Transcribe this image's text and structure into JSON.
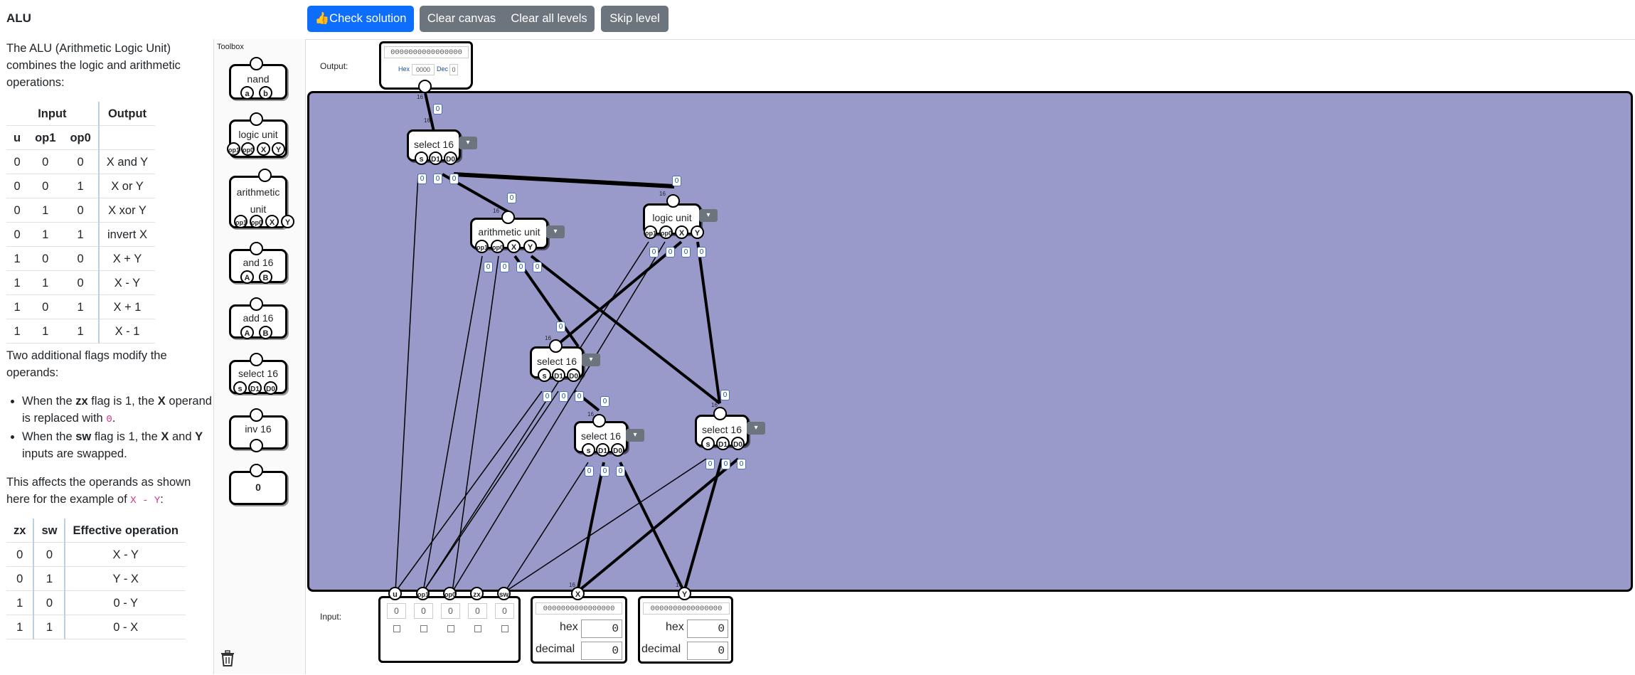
{
  "toolbar": {
    "check": "👍Check solution",
    "clear_canvas": "Clear canvas",
    "clear_all": "Clear all levels",
    "skip": "Skip level"
  },
  "instructions": {
    "title": "ALU",
    "intro": "The ALU (Arithmetic Logic Unit) combines the logic and arithmetic operations:",
    "op_table": {
      "group_input": "Input",
      "group_output": "Output",
      "headers": [
        "u",
        "op1",
        "op0"
      ],
      "rows": [
        [
          "0",
          "0",
          "0",
          "X and Y"
        ],
        [
          "0",
          "0",
          "1",
          "X or Y"
        ],
        [
          "0",
          "1",
          "0",
          "X xor Y"
        ],
        [
          "0",
          "1",
          "1",
          "invert X"
        ],
        [
          "1",
          "0",
          "0",
          "X + Y"
        ],
        [
          "1",
          "1",
          "0",
          "X - Y"
        ],
        [
          "1",
          "0",
          "1",
          "X + 1"
        ],
        [
          "1",
          "1",
          "1",
          "X - 1"
        ]
      ]
    },
    "flags_intro": "Two additional flags modify the operands:",
    "bullet1": {
      "pre": "When the ",
      "flag": "zx",
      "mid": " flag is 1, the ",
      "x": "X",
      "post": " operand is replaced with ",
      "code": "0",
      "end": "."
    },
    "bullet2": {
      "pre": "When the ",
      "flag": "sw",
      "mid": " flag is 1, the ",
      "x": "X",
      "and": " and ",
      "y": "Y",
      "post": " inputs are swapped."
    },
    "example_pre": "This affects the operands as shown here for the example of ",
    "example_code": "X - Y",
    "example_post": ":",
    "flag_table": {
      "headers": [
        "zx",
        "sw",
        "Effective operation"
      ],
      "rows": [
        [
          "0",
          "0",
          "X - Y"
        ],
        [
          "0",
          "1",
          "Y - X"
        ],
        [
          "1",
          "0",
          "0 - Y"
        ],
        [
          "1",
          "1",
          "0 - X"
        ]
      ]
    }
  },
  "toolbox": {
    "title": "Toolbox",
    "items": [
      {
        "label": "nand",
        "pins": [
          "a",
          "b"
        ]
      },
      {
        "label": "logic unit",
        "pins": [
          "op1",
          "op0",
          "X",
          "Y"
        ]
      },
      {
        "label": "arithmetic unit",
        "pins": [
          "op1",
          "op0",
          "X",
          "Y"
        ]
      },
      {
        "label": "and 16",
        "pins": [
          "A",
          "B"
        ]
      },
      {
        "label": "add 16",
        "pins": [
          "A",
          "B"
        ]
      },
      {
        "label": "select 16",
        "pins": [
          "s",
          "D1",
          "D0"
        ]
      },
      {
        "label": "inv 16",
        "pins": []
      },
      {
        "label": "0",
        "pins": []
      }
    ]
  },
  "canvas": {
    "output_label": "Output:",
    "input_label": "Input:",
    "output_binary": "0000000000000000",
    "output_hex_label": "Hex",
    "output_hex": "0000",
    "output_dec_label": "Dec",
    "output_dec": "0",
    "bus_width": "16",
    "bit_value": "0",
    "nodes": {
      "select_top": "select 16",
      "arith": "arithmetic unit",
      "logic": "logic unit",
      "select_mid": "select 16",
      "select_low1": "select 16",
      "select_low2": "select 16"
    },
    "flag_inputs": [
      {
        "name": "u",
        "value": "0"
      },
      {
        "name": "op1",
        "value": "0"
      },
      {
        "name": "op0",
        "value": "0"
      },
      {
        "name": "zx",
        "value": "0"
      },
      {
        "name": "sw",
        "value": "0"
      }
    ],
    "x_input": {
      "name": "X",
      "binary": "0000000000000000",
      "hex_label": "hex",
      "hex": "0",
      "dec_label": "decimal",
      "dec": "0"
    },
    "y_input": {
      "name": "Y",
      "binary": "0000000000000000",
      "hex_label": "hex",
      "hex": "0",
      "dec_label": "decimal",
      "dec": "0"
    }
  }
}
